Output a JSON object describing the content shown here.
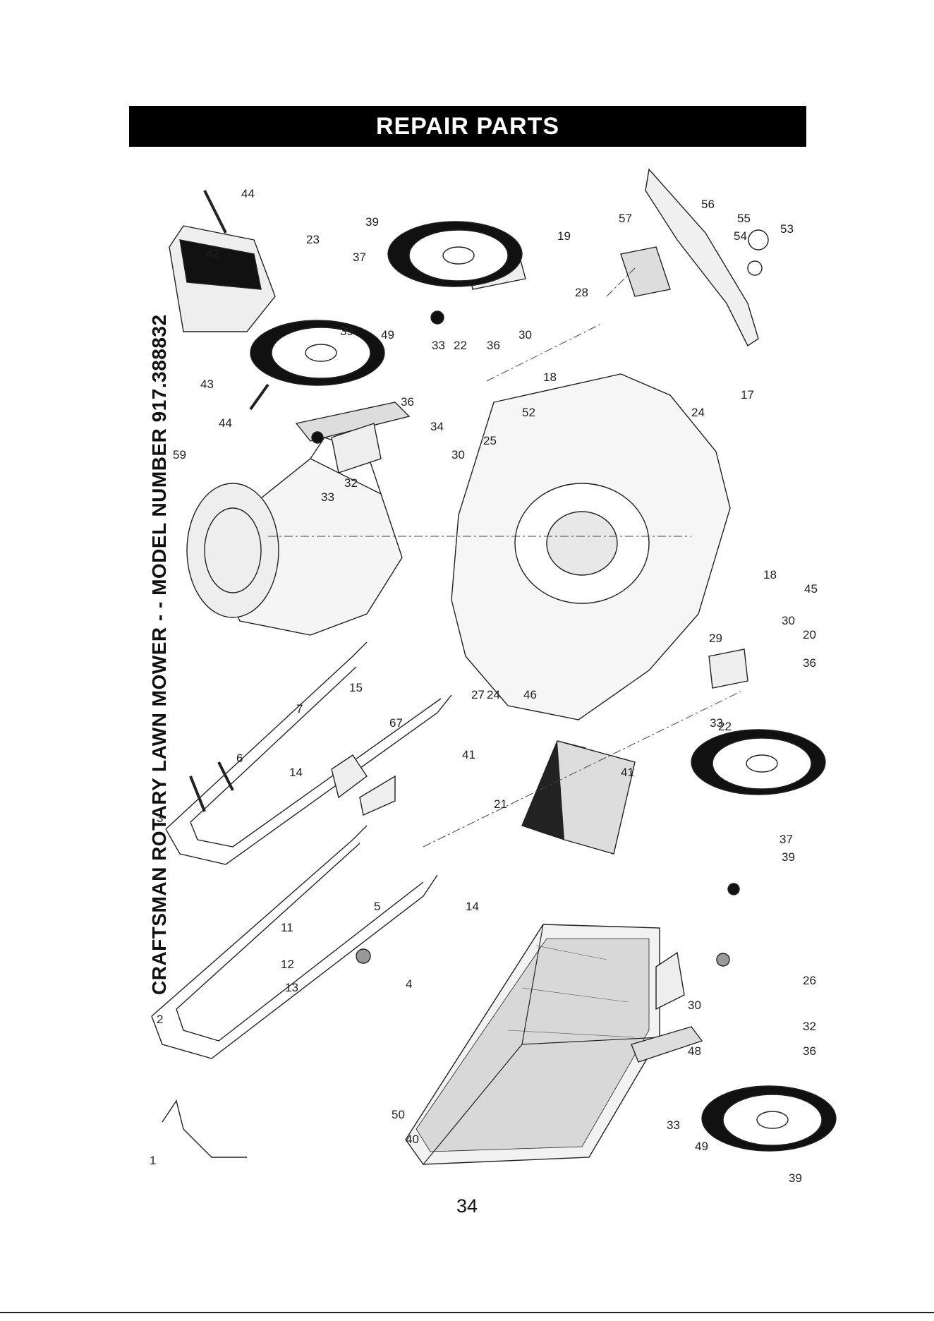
{
  "header": {
    "title": "REPAIR PARTS"
  },
  "diagram_title": "CRAFTSMAN ROTARY LAWN MOWER - - MODEL NUMBER 917.388832",
  "page_number": "34",
  "part_labels": [
    "44",
    "42",
    "23",
    "43",
    "44",
    "39",
    "37",
    "39",
    "49",
    "19",
    "57",
    "56",
    "55",
    "54",
    "53",
    "59",
    "33",
    "32",
    "36",
    "34",
    "30",
    "25",
    "33",
    "22",
    "36",
    "30",
    "28",
    "18",
    "52",
    "24",
    "17",
    "3",
    "6",
    "7",
    "15",
    "14",
    "67",
    "2",
    "11",
    "12",
    "13",
    "5",
    "14",
    "4",
    "50",
    "40",
    "1",
    "21",
    "41",
    "27",
    "24",
    "46",
    "41",
    "29",
    "30",
    "20",
    "36",
    "22",
    "33",
    "18",
    "45",
    "26",
    "30",
    "48",
    "32",
    "36",
    "33",
    "49",
    "39",
    "37",
    "39"
  ]
}
